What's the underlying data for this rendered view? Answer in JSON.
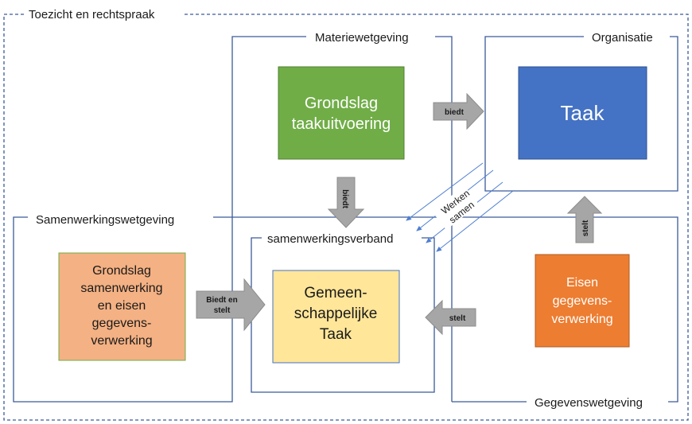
{
  "regions": {
    "toezicht": "Toezicht en rechtspraak",
    "materiewetgeving": "Materiewetgeving",
    "organisatie": "Organisatie",
    "samenwerkingswetgeving": "Samenwerkingswetgeving",
    "samenwerkingsverband": "samenwerkingsverband",
    "gegevenswetgeving": "Gegevenswetgeving"
  },
  "boxes": {
    "grondslag_taak": [
      "Grondslag",
      "taakuitvoering"
    ],
    "taak": [
      "Taak"
    ],
    "grondslag_samenwerking": [
      "Grondslag",
      "samenwerking",
      "en eisen",
      "gegevens-",
      "verwerking"
    ],
    "gemeenschappelijke": [
      "Gemeen-",
      "schappelijke",
      "Taak"
    ],
    "eisen": [
      "Eisen",
      "gegevens-",
      "verwerking"
    ]
  },
  "arrows": {
    "biedt_right": "biedt",
    "biedt_down": "biedt",
    "biedt_en_stelt": [
      "Biedt en",
      "stelt"
    ],
    "stelt_left": "stelt",
    "stelt_up": "stelt"
  },
  "werken_samen": [
    "Werken",
    "samen"
  ],
  "colors": {
    "frame": "#3b5a9a",
    "green": "#70ad47",
    "blue": "#4472c4",
    "salmon": "#f4b183",
    "yellow": "#ffe699",
    "orange": "#ed7d31",
    "arrow_gray": "#a6a6a6",
    "connector": "#4f7fd1"
  }
}
